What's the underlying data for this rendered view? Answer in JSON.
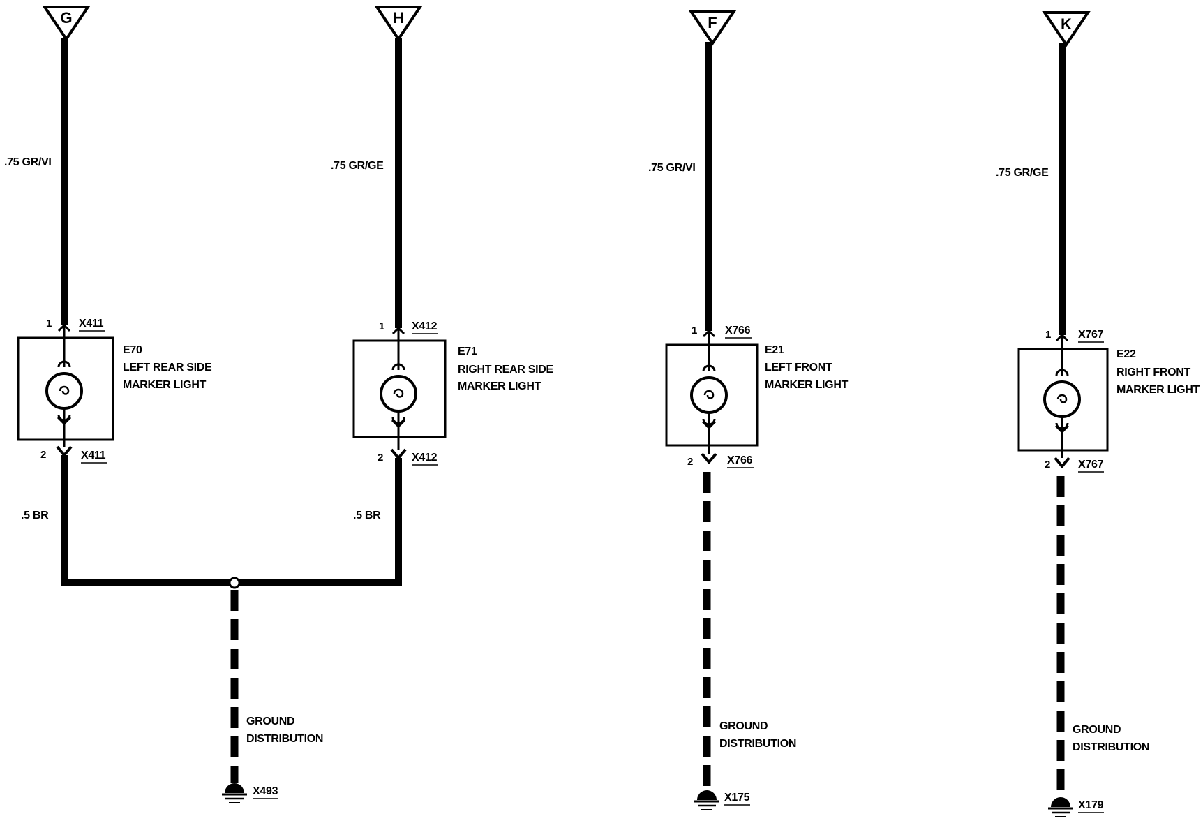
{
  "circuits": [
    {
      "connector_letter": "G",
      "wire_in": ".75 GR/VI",
      "component_id": "E70",
      "component_name_1": "LEFT REAR SIDE",
      "component_name_2": "MARKER LIGHT",
      "pin_top": "1",
      "pin_bottom": "2",
      "connector_top": "X411",
      "connector_bottom": "X411",
      "wire_out": ".5 BR"
    },
    {
      "connector_letter": "H",
      "wire_in": ".75 GR/GE",
      "component_id": "E71",
      "component_name_1": "RIGHT REAR SIDE",
      "component_name_2": "MARKER LIGHT",
      "pin_top": "1",
      "pin_bottom": "2",
      "connector_top": "X412",
      "connector_bottom": "X412",
      "wire_out": ".5 BR"
    },
    {
      "connector_letter": "F",
      "wire_in": ".75 GR/VI",
      "component_id": "E21",
      "component_name_1": "LEFT FRONT",
      "component_name_2": "MARKER LIGHT",
      "pin_top": "1",
      "pin_bottom": "2",
      "connector_top": "X766",
      "connector_bottom": "X766",
      "ground_label_1": "GROUND",
      "ground_label_2": "DISTRIBUTION",
      "ground_id": "X175"
    },
    {
      "connector_letter": "K",
      "wire_in": ".75 GR/GE",
      "component_id": "E22",
      "component_name_1": "RIGHT FRONT",
      "component_name_2": "MARKER LIGHT",
      "pin_top": "1",
      "pin_bottom": "2",
      "connector_top": "X767",
      "connector_bottom": "X767",
      "ground_label_1": "GROUND",
      "ground_label_2": "DISTRIBUTION",
      "ground_id": "X179"
    }
  ],
  "shared_ground": {
    "label_1": "GROUND",
    "label_2": "DISTRIBUTION",
    "ground_id": "X493"
  },
  "colors": {
    "wire": "#000000",
    "background": "#ffffff"
  }
}
